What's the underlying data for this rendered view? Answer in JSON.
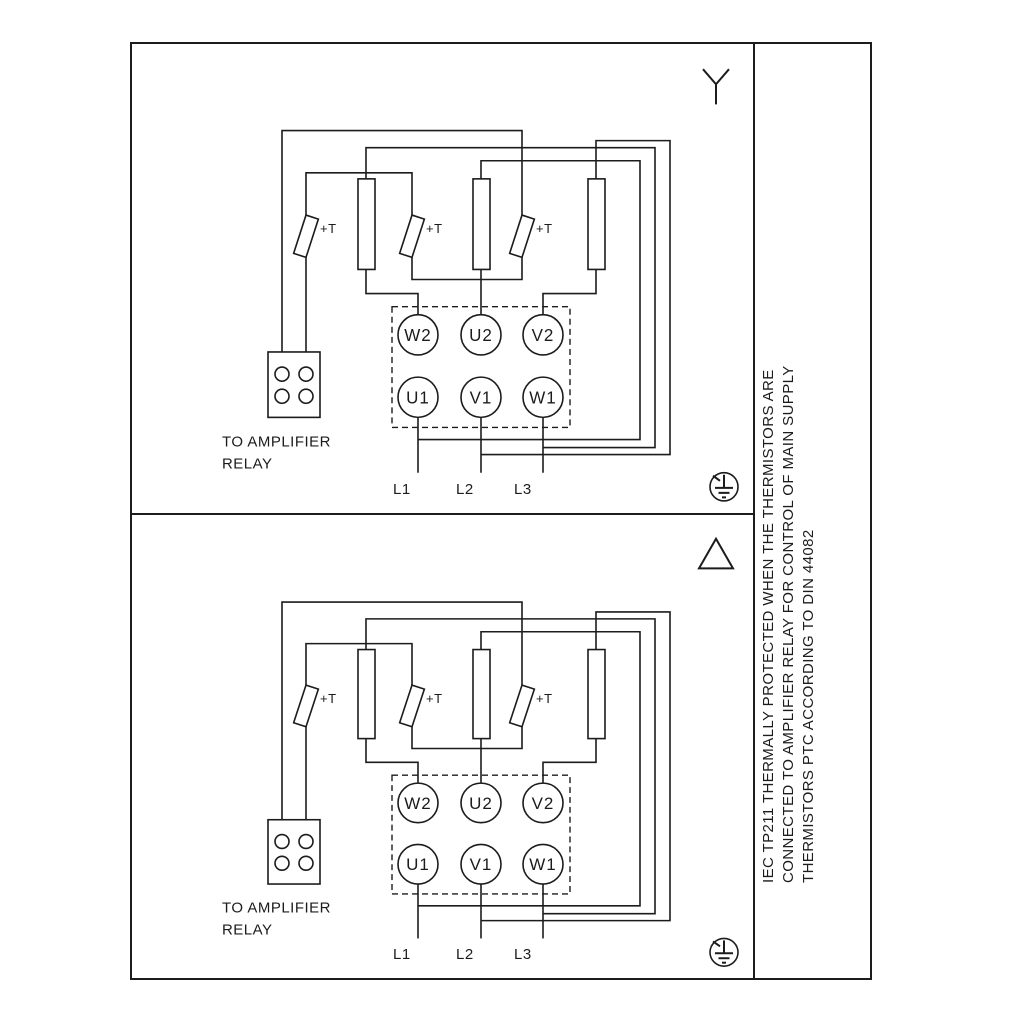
{
  "colors": {
    "ink": "#1c1c1c",
    "paper": "#ffffff"
  },
  "side_note": {
    "lines": [
      "IEC TP211 THERMALLY PROTECTED WHEN THE THERMISTORS ARE",
      "CONNECTED TO AMPLIFIER RELAY FOR CONTROL OF MAIN SUPPLY",
      "THERMISTORS PTC ACCORDING TO DIN 44082"
    ]
  },
  "panels": [
    {
      "id": "star",
      "connection": "star",
      "relay_label": [
        "TO AMPLIFIER",
        "RELAY"
      ],
      "thermistor_label": "+T",
      "terminals": {
        "top_row": [
          "W2",
          "U2",
          "V2"
        ],
        "bottom_row": [
          "U1",
          "V1",
          "W1"
        ]
      },
      "supply_lines": [
        "L1",
        "L2",
        "L3"
      ]
    },
    {
      "id": "delta",
      "connection": "delta",
      "relay_label": [
        "TO AMPLIFIER",
        "RELAY"
      ],
      "thermistor_label": "+T",
      "terminals": {
        "top_row": [
          "W2",
          "U2",
          "V2"
        ],
        "bottom_row": [
          "U1",
          "V1",
          "W1"
        ]
      },
      "supply_lines": [
        "L1",
        "L2",
        "L3"
      ]
    }
  ]
}
